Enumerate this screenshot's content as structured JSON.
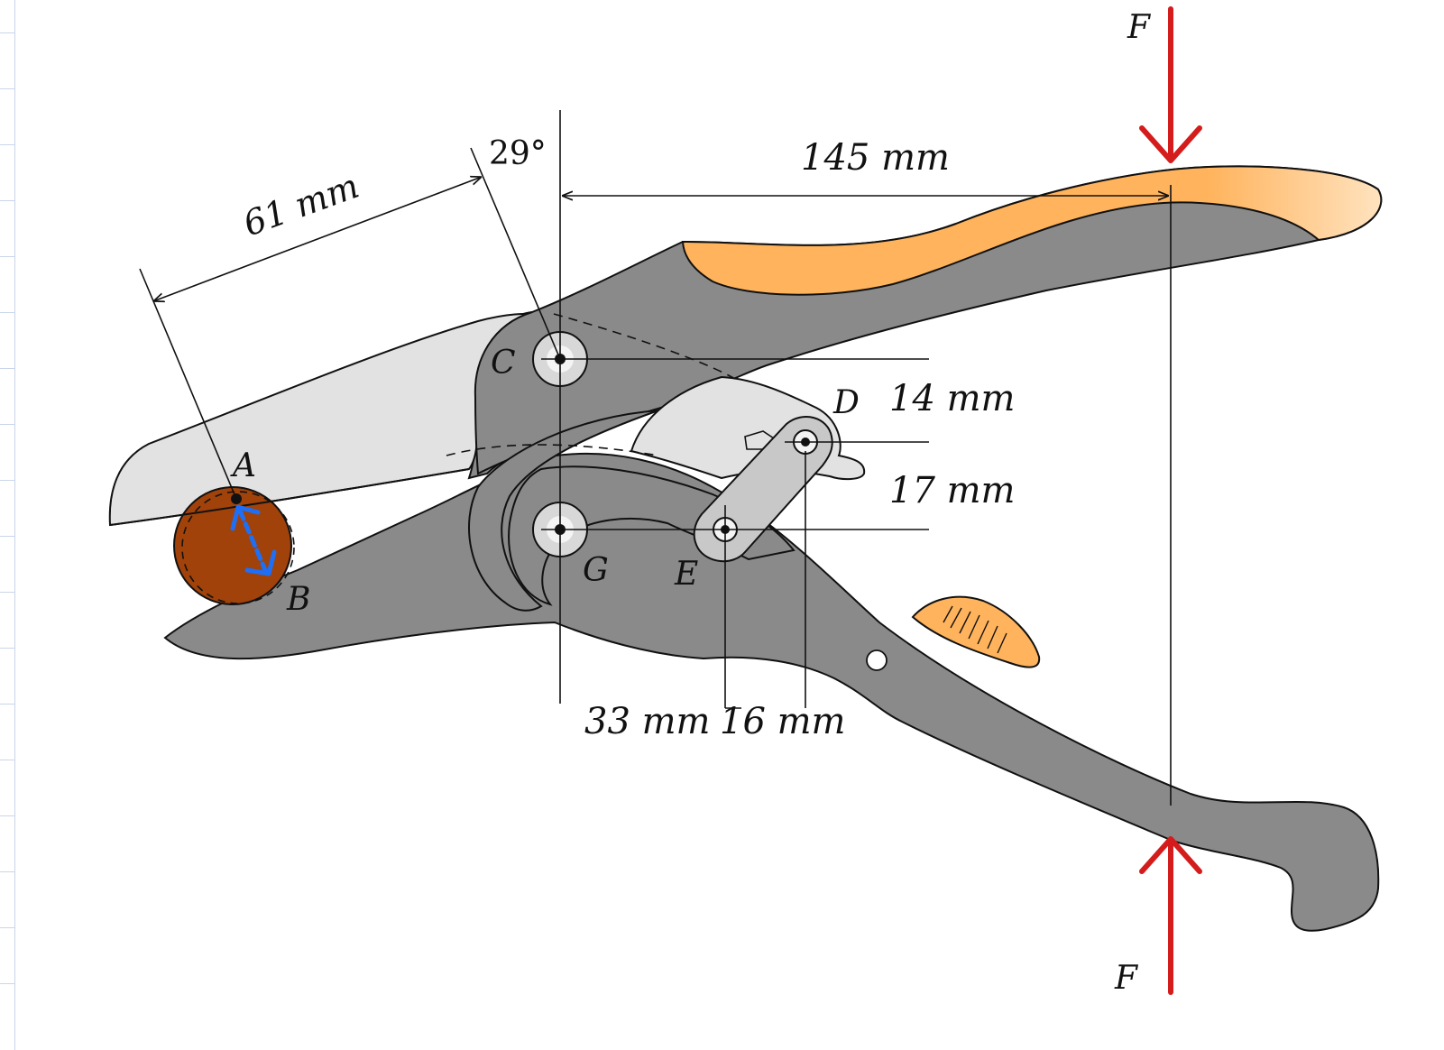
{
  "labels": {
    "force_top": "F",
    "force_bottom": "F",
    "dim_jaw": "61 mm",
    "angle": "29°",
    "dim_handle": "145 mm",
    "dim_cd": "14 mm",
    "dim_de": "17 mm",
    "dim_ge": "33 mm",
    "dim_ed": "16 mm",
    "point_a": "A",
    "point_b": "B",
    "point_c": "C",
    "point_d": "D",
    "point_e": "E",
    "point_g": "G"
  },
  "colors": {
    "body": "#8a8a8a",
    "blade": "#e2e2e2",
    "grip": "#ffb35c",
    "pipe": "#a0420a",
    "force": "#d41c1c",
    "motion": "#1e6ff5",
    "link": "#c8c8c8"
  }
}
